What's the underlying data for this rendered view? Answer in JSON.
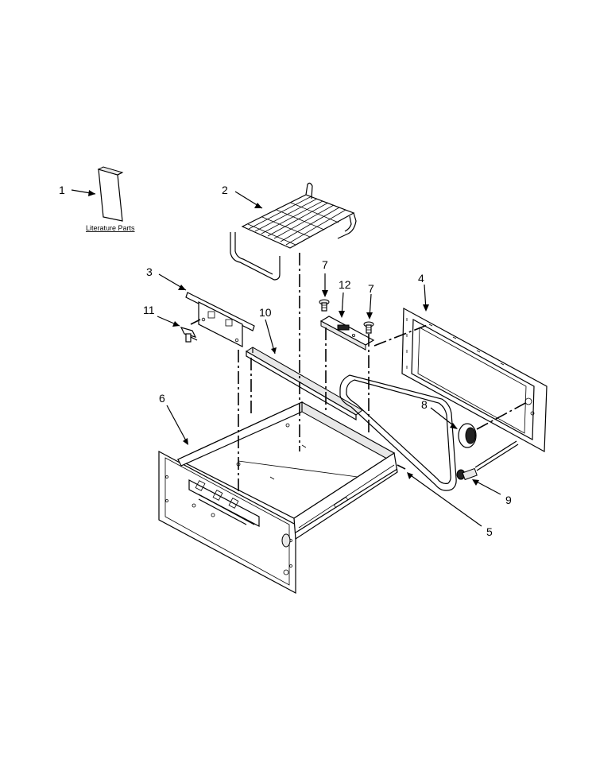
{
  "callouts": [
    {
      "id": "1",
      "text": "1"
    },
    {
      "id": "2",
      "text": "2"
    },
    {
      "id": "3",
      "text": "3"
    },
    {
      "id": "4",
      "text": "4"
    },
    {
      "id": "5",
      "text": "5"
    },
    {
      "id": "6",
      "text": "6"
    },
    {
      "id": "7a",
      "text": "7"
    },
    {
      "id": "7b",
      "text": "7"
    },
    {
      "id": "8",
      "text": "8"
    },
    {
      "id": "9",
      "text": "9"
    },
    {
      "id": "10",
      "text": "10"
    },
    {
      "id": "11",
      "text": "11"
    },
    {
      "id": "12",
      "text": "12"
    }
  ],
  "literature_label": "Literature Parts"
}
